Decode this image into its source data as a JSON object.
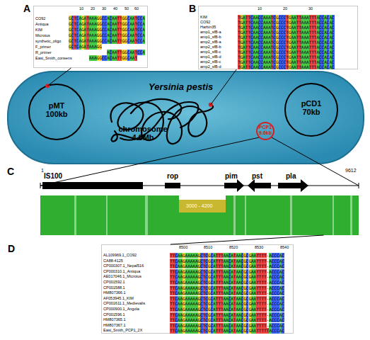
{
  "diagram": {
    "nodes": [
      {
        "text": [
          "A",
          "CO92",
          "GCTCAGATAAAGGCCACAATTGGCAATCCA",
          "Antiqua",
          "GCTCAGATAAAGGCCACAATTGGCAATCCA",
          "KIM",
          "GCTCAGATAAAGGCCACAATTGGCAATCCA",
          "Microtus",
          "GCTCAGATAAAGGCCACAATTGGCAATCCA",
          "synthetic_oligo",
          "GCTCAGATAAAGGCCACAATTGGCAATCCA",
          "F_primer",
          "GCTCAGATAAAGG",
          "R_primer",
          "               ACAATTGGCAATCCA",
          "East_Smith_consens",
          "        AAAGGCCACAATTGGCAAT"
        ]
      },
      {
        "text": [
          "B",
          "KIM",
          "TGATTCAACCAAATCGCCCTGAATTAAATTTACCACAC",
          "CO92",
          "TGATTCAACCAAATCGCCCTGAATTAAATTTACCACAC",
          "Harbin35",
          "TGATTCAACCAAATCGCCCTGAATTAAATTTACCACAC",
          "amp1_sfB-a",
          "TGATTCAACCAAATCGCCCTGAATTAAATTTACCACAC",
          "amp1_sfB-b",
          "TGATTCAACCAAATCGCCCTGAATTAAATTTACCACAC",
          "amp2_sfB-a",
          "TGATTCAACCAAATCGCCCTGAATTAAATTTACCACAC",
          "amp2_sfB-b",
          "TGATTCAACCAAATCGCCCTGAATTAAATTTACCACAC",
          "amp1_sfB-c",
          "TGATTCAACCAAATCGCCCTGAATTAAATTTACCACAC",
          "amp1_sfB-d",
          "TGATTCAACCAAATCGCCCTGAATTAAATTTACCACAC",
          "amp2_sfB-c",
          "TGATTCAACCAAATCGCCCTGAATTAAATTTACCACAC",
          "amp2_sfB-d",
          "TGATTCAACCAAATCGCCCTGAATTAAATTTACCACAC"
        ]
      },
      {
        "text": [
          "Yersinia pestis"
        ]
      },
      {
        "text": [
          "pMT 100kb"
        ],
        "in": 2
      },
      {
        "text": [
          "chromosome 4.6Mb"
        ],
        "in": 2
      },
      {
        "text": [
          "pCD1 70kb"
        ],
        "in": 2
      },
      {
        "text": [
          "PCP1 9.6kb"
        ],
        "in": 2
      },
      {
        "text": [
          "C"
        ]
      },
      {
        "text": [
          "D",
          "AL109969.1_CO92",
          "TTCAAGAAAAAGCTCGCATTTAACATAACGCGAATTTT-ACCCAC",
          "CA88-4125",
          "TTCAAGAAAAAGCTCGCATTTAACATAACGCGAATTTT-ACCCAC",
          "CP000307.1_Nepal516",
          "TTCAAGAAAAAGCTCGCATTTAACATAACGCGAATTTT-ACCCAC",
          "CP000310.1_Antiqua",
          "TTCAAGAAAAAGCTCGCATTTAACATAACGCGAATTTT-ACCCAC",
          "AE017046.1_Microtus",
          "TTCAAGAAAAAGCTCGCATTTAACATAACGCGAATTTT-ACCCAC",
          "CP001592.1",
          "TTCAAGAAAAAGCTCGCATTTAACATAACGCGAATTTT-ACCCAC",
          "CP001588.1",
          "TTCAAGAAAAAGCTCGCATTTAACATAACGCGAATTTT-ACCCAC",
          "HM807366.1",
          "TTCAAGAAAAAGCTCGCATTTAACATAACGCGAATTTT-ACCCAC",
          "AF053945.1_KIM",
          "TTCAAGAAAAAGCTCGCATTTAACATAACGCGAATTTT-ACCCAC",
          "CP001611.1_Medievalis",
          "TTCAAGAAAAAGCTCGCATTTAACATAACGCGAATTTT-ACCCAC",
          "CP000900.1_Angola",
          "TTCAAGAAAAAGCTCGCATTTAACATAACGCGAATTTT-ACCCAC",
          "CP001596.1",
          "TTCAAGAAAAAGCTCGCATTTAACATAACGCGAATTTT-ACCCAC",
          "HM807365.1",
          "TTCAAGAAAAAGCTCGCATTTAACATAACGCGAATTTT-ACCCAC",
          "HM807367.1",
          "TTCAAGAAAAAGCTCGCATTTAACATAACGCGAATTTT-ACCCAC",
          "East_Smith_PCP1_2X",
          "TTCAAGAAAAAGCTCGCATTTAACATAACGCGAATTTTTACCCAC"
        ]
      }
    ],
    "edges": [
      {
        "from": 3,
        "to": 0,
        "arrow": "none"
      },
      {
        "from": 4,
        "to": 1,
        "arrow": "none"
      },
      {
        "from": 6,
        "to": 7,
        "arrow": "none"
      },
      {
        "from": 6,
        "to": 7,
        "arrow": "none"
      },
      {
        "from": 7,
        "to": 8,
        "arrow": "none"
      }
    ],
    "labels": [
      "10",
      "20",
      "30",
      "40",
      "50",
      "60",
      "10",
      "20",
      "30",
      "1",
      "9612",
      "IS100",
      "rop",
      "pim",
      "pst",
      "pla",
      "3000 - 4200",
      "8500",
      "8510",
      "8520",
      "8530",
      "8540"
    ]
  }
}
